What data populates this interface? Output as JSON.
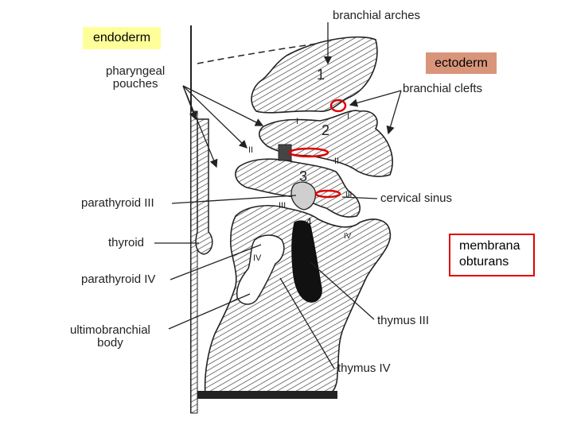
{
  "labels": {
    "branchial_arches": "branchial arches",
    "pharyngeal_pouches": "pharyngeal\npouches",
    "branchial_clefts": "branchial clefts",
    "cervical_sinus": "cervical sinus",
    "parathyroid_iii": "parathyroid III",
    "thyroid": "thyroid",
    "parathyroid_iv": "parathyroid IV",
    "ultimobranchial_body": "ultimobranchial\nbody",
    "thymus_iii": "thymus III",
    "thymus_iv": "thymus IV"
  },
  "numerals": {
    "arch_1": "1",
    "arch_2": "2",
    "arch_3": "3",
    "arch_4": "4",
    "cleft_1": "I",
    "cleft_2": "II",
    "cleft_3": "III",
    "cleft_4": "IV",
    "pouch_1": "I",
    "pouch_2": "II",
    "pouch_3": "III",
    "pouch_4": "IV"
  },
  "callouts": {
    "endoderm": "endoderm",
    "ectoderm": "ectoderm",
    "membrana_obturans": "membrana\nobturans"
  },
  "colors": {
    "endoderm_bg": "#ffff99",
    "ectoderm_bg": "#d9957a",
    "membrane_marker": "#e00000",
    "line": "#222222"
  }
}
